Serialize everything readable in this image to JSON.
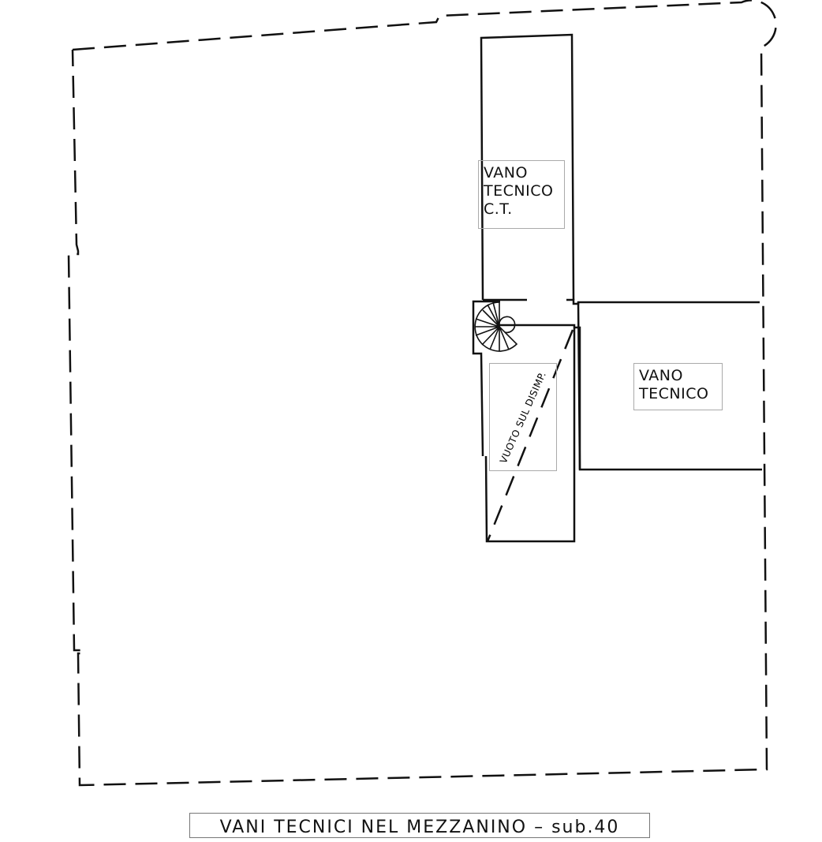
{
  "rooms": {
    "ct": {
      "line1": "VANO",
      "line2": "TECNICO",
      "line3": "C.T."
    },
    "tech": {
      "line1": "VANO",
      "line2": "TECNICO"
    },
    "void": "VUOTO SUL DISIMP."
  },
  "title": "VANI TECNICI NEL MEZZANINO – sub.40"
}
